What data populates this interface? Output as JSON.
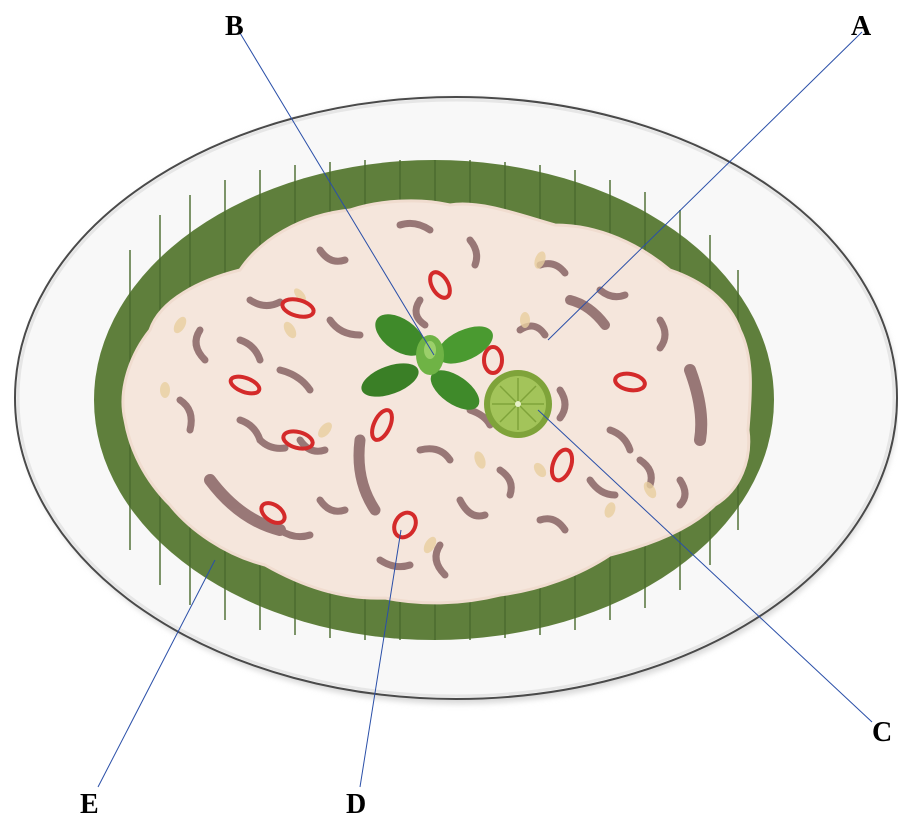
{
  "labels": {
    "a": "A",
    "b": "B",
    "c": "C",
    "d": "D",
    "e": "E"
  },
  "colors": {
    "plate": "#f8f8f8",
    "plate_rim": "#4a4a4a",
    "leaf": "#5f7f3c",
    "leaf_dark": "#4a6a2e",
    "rice": "#f5e6dc",
    "meat_strip": "#8f6b6b",
    "chili": "#d42a2a",
    "basil": "#3f8a2a",
    "lime": "#7fa33a",
    "leader_line": "#2a4fa8"
  }
}
